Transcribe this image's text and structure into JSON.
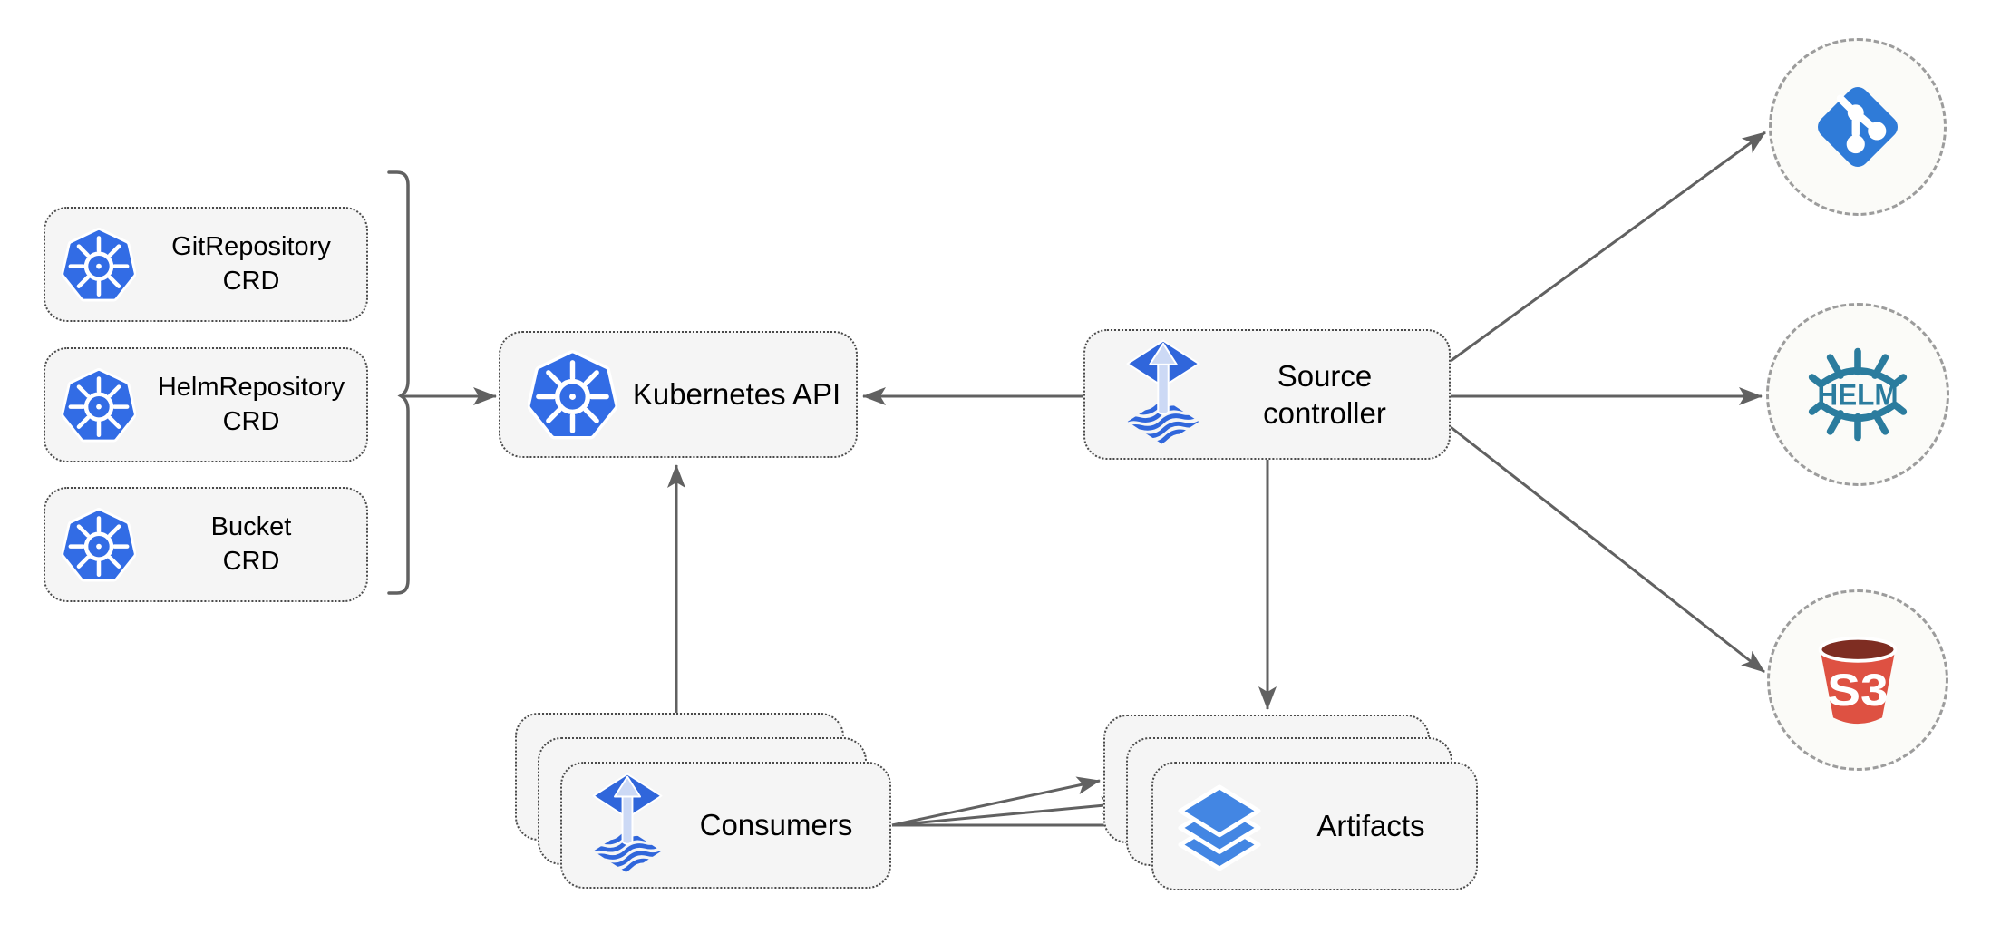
{
  "nodes": {
    "crd_boxes": [
      {
        "label": "GitRepository\nCRD"
      },
      {
        "label": "HelmRepository\nCRD"
      },
      {
        "label": "Bucket\nCRD"
      }
    ],
    "kubernetes_api": {
      "label": "Kubernetes API"
    },
    "source_controller": {
      "label": "Source\ncontroller"
    },
    "consumers": {
      "label": "Consumers"
    },
    "artifacts": {
      "label": "Artifacts"
    },
    "external_sources": [
      {
        "name": "git-repository",
        "icon": "git-icon"
      },
      {
        "name": "helm-repository",
        "icon": "helm-icon",
        "logo_text": "HELM"
      },
      {
        "name": "s3-bucket",
        "icon": "s3-bucket-icon",
        "logo_text": "S3"
      }
    ]
  },
  "icons": {
    "kubernetes": "kubernetes-wheel-icon",
    "flux": "flux-diamond-arrow-icon",
    "git": "git-icon",
    "helm": "helm-wheel-icon",
    "s3": "s3-bucket-icon",
    "artifacts": "layers-icon"
  },
  "connections": [
    {
      "from": "crd-group-bracket",
      "to": "kubernetes-api"
    },
    {
      "from": "source-controller",
      "to": "kubernetes-api"
    },
    {
      "from": "consumers",
      "to": "kubernetes-api"
    },
    {
      "from": "source-controller",
      "to": "git-repository"
    },
    {
      "from": "source-controller",
      "to": "helm-repository"
    },
    {
      "from": "source-controller",
      "to": "s3-bucket"
    },
    {
      "from": "source-controller",
      "to": "artifacts"
    },
    {
      "from": "consumers",
      "to": "artifacts",
      "count": 3
    }
  ],
  "colors": {
    "k8s_blue": "#326CE5",
    "flux_blue": "#3066DB",
    "flux_arrow_light": "#CCD9F5",
    "git_blue": "#2F7BD8",
    "helm_teal": "#2B7C9E",
    "s3_red": "#DE5142",
    "s3_dark": "#7E2D22",
    "artifact_blue": "#4386E3",
    "node_bg": "#F5F5F5",
    "node_border": "#4A4A4A",
    "circle_bg": "#FBFBF8",
    "circle_border": "#9C9C9C",
    "arrow_gray": "#616161",
    "label_color": "#000000"
  }
}
